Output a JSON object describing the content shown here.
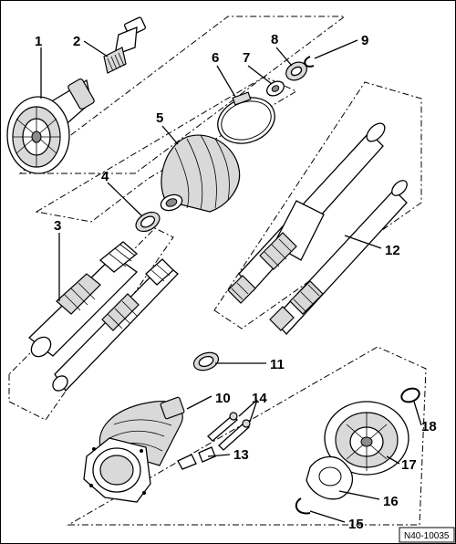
{
  "callouts": {
    "c1": "1",
    "c2": "2",
    "c3": "3",
    "c4": "4",
    "c5": "5",
    "c6": "6",
    "c7": "7",
    "c8": "8",
    "c9": "9",
    "c10": "10",
    "c11": "11",
    "c12": "12",
    "c13": "13",
    "c14": "14",
    "c15": "15",
    "c16": "16",
    "c17": "17",
    "c18": "18"
  },
  "reference_code": "N40-10035"
}
